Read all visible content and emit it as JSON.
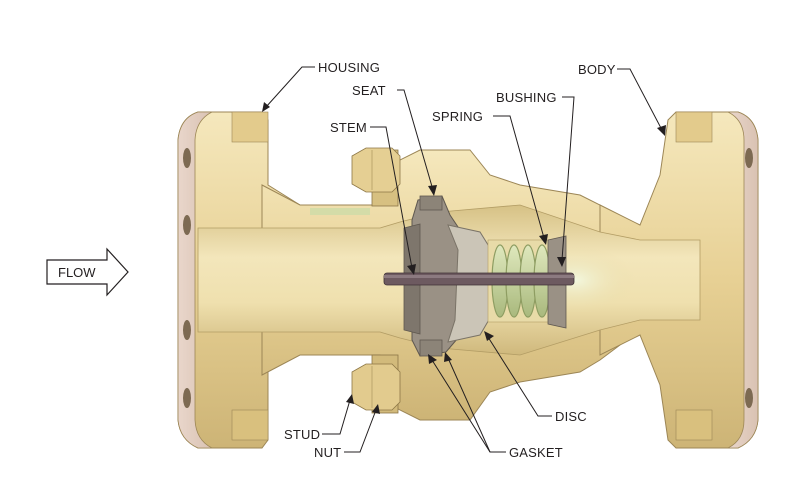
{
  "flow": {
    "label": "FLOW"
  },
  "labels": {
    "housing": "HOUSING",
    "seat": "SEAT",
    "stem": "STEM",
    "spring": "SPRING",
    "bushing": "BUSHING",
    "body": "BODY",
    "stud": "STUD",
    "nut": "NUT",
    "disc": "DISC",
    "gasket": "GASKET"
  },
  "colors": {
    "metal": "#e8d49a",
    "metal_dark": "#c9b172",
    "metal_light": "#f4e7bd",
    "flange_face": "#e6cfc4",
    "bore": "#efe2b4",
    "bore_shadow": "#d8c48c",
    "part_grey": "#8c8478",
    "spring": "#c7d6a4",
    "stem": "#6d5a60",
    "glow": "#f2f6d6",
    "ink": "#231f20"
  }
}
